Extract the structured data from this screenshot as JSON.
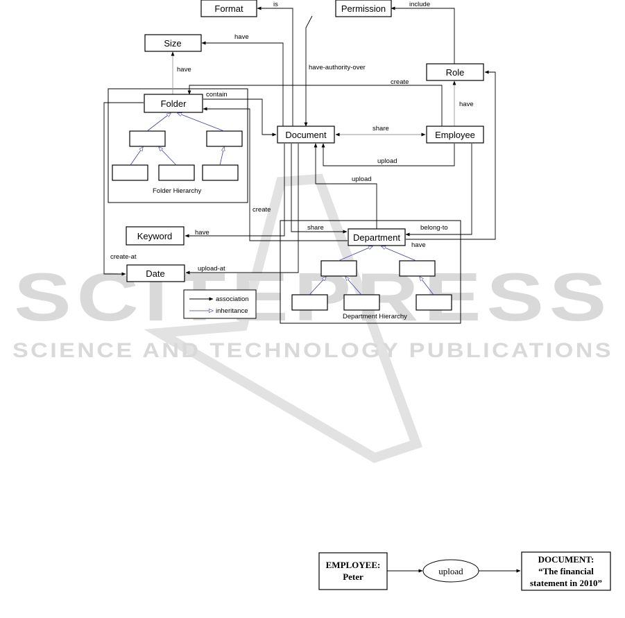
{
  "nodes": {
    "format": "Format",
    "permission": "Permission",
    "size": "Size",
    "role": "Role",
    "folder": "Folder",
    "document": "Document",
    "employee": "Employee",
    "keyword": "Keyword",
    "department": "Department",
    "date": "Date"
  },
  "groups": {
    "folder_hierarchy": "Folder Hierarchy",
    "department_hierarchy": "Department Hierarchy"
  },
  "edges": {
    "is": "is",
    "include": "include",
    "have_size": "have",
    "have_folder_size": "have",
    "have_authority_over": "have-authority-over",
    "create_role": "create",
    "contain": "contain",
    "have_role": "have",
    "share_employee": "share",
    "upload_employee": "upload",
    "upload_department": "upload",
    "create_keyword": "create",
    "have_keyword": "have",
    "share_department": "share",
    "belong_to": "belong-to",
    "have_department": "have",
    "create_at": "create-at",
    "upload_at": "upload-at"
  },
  "legend": {
    "association": "association",
    "inheritance": "inheritance"
  },
  "watermark": {
    "big": "SCITEPRESS",
    "small": "SCIENCE AND TECHNOLOGY PUBLICATIONS"
  },
  "example": {
    "employee_line1": "EMPLOYEE:",
    "employee_line2": "Peter",
    "action": "upload",
    "document_line1": "DOCUMENT:",
    "document_line2": "“The financial",
    "document_line3": "statement in 2010”"
  }
}
